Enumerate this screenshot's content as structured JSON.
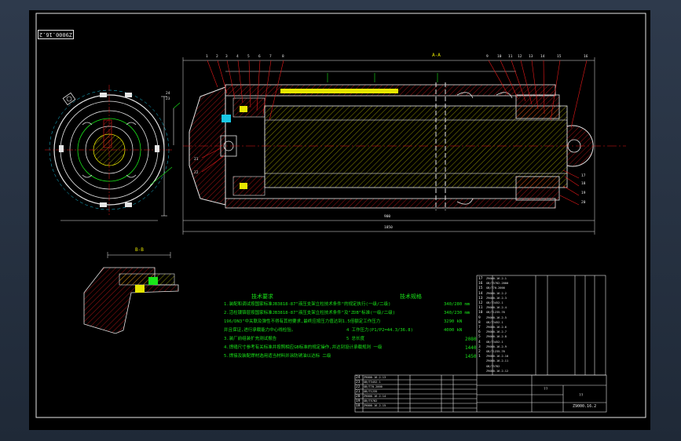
{
  "drawing": {
    "code_rotated": "Z9000.16.2",
    "title_code": "Z9000.16.2",
    "drawing_name": "??",
    "material": "??",
    "section_label_main": "A-A",
    "section_label_detail": "B-B"
  },
  "balloons": {
    "top": [
      "1",
      "2",
      "3",
      "4",
      "5",
      "6",
      "7",
      "8",
      "9",
      "10",
      "11",
      "12",
      "13",
      "14",
      "15",
      "16"
    ],
    "right": [
      "17",
      "18",
      "19",
      "20"
    ],
    "left": [
      "21",
      "22"
    ]
  },
  "dimensions": {
    "overall": "1850",
    "stroke": "900",
    "side_box": [
      "24",
      "23"
    ]
  },
  "technical": {
    "heading_left": "技术要求",
    "heading_right": "技术规格",
    "items": [
      "1.装配和调试按国家标准JB3818-87\"液压支架立柱技术条件\"的规定执行(一级/二级)",
      "2.活柱镀铬层按国家标准JB3818-87\"液压支架立柱技术条件\"及\"ZDB\"标准(一级/二级)",
      "  196/DN3\"中关联及弹性不得有其他要求,最终应按压力值达到1.5倍额定工作压力",
      "  并且保证,进行承载能力中心线检验。",
      "3.装厂前组装扩充测试报告",
      "4.焊缝尺寸参考有关标准并按照相应GB标准的规定操作,并达到设计承载规则 一级",
      "5.焊接及装配焊材选用适当材料并涂防锈油以达标 二级"
    ],
    "specs": [
      {
        "label": "",
        "value": "340/280 mm"
      },
      {
        "label": "",
        "value": "340/230 mm"
      },
      {
        "label": "",
        "value": "3290 kN"
      },
      {
        "label": "4 工作压力(P1/P2=44.3/36.8)",
        "value": "4000 kN"
      },
      {
        "label": "5 总长度",
        "value": "2080"
      },
      {
        "label": "",
        "value": "1440"
      },
      {
        "label": "",
        "value": "1450"
      }
    ]
  },
  "parts_right": [
    [
      "17",
      "Z9000.16.2-1"
    ],
    [
      "16",
      "GB/T5782-2000"
    ],
    [
      "15",
      "GB/T70-2000"
    ],
    [
      "14",
      "Z9000.16.2-2"
    ],
    [
      "13",
      "Z9000.16.2-3"
    ],
    [
      "12",
      "GB/T3452.1"
    ],
    [
      "11",
      "Z9000.16.2-4"
    ],
    [
      "10",
      "GB/T1235-76"
    ],
    [
      "9",
      "Z9000.16.2-5"
    ],
    [
      "8",
      "GB/T3452.1"
    ],
    [
      "7",
      "Z9000.16.2-6"
    ],
    [
      "6",
      "Z9000.16.2-7"
    ],
    [
      "5",
      "Z9000.16.2-8"
    ],
    [
      "4",
      "GB/T3452.1"
    ],
    [
      "3",
      "Z9000.16.2-9"
    ],
    [
      "2",
      "GB/T1235-76"
    ],
    [
      "1",
      "Z9000.16.2-10"
    ],
    [
      "",
      "Z9000.16.2-11"
    ],
    [
      "",
      "GB/T5782"
    ],
    [
      "",
      "Z9000.16.2-12"
    ]
  ],
  "parts_left": [
    [
      "24",
      "Z9000.16.2-13"
    ],
    [
      "23",
      "GB/T3452.1"
    ],
    [
      "22",
      "GB/T70-2000"
    ],
    [
      "21",
      "GB/T1235"
    ],
    [
      "20",
      "Z9000.16.2-14"
    ],
    [
      "19",
      "GB/T5782"
    ],
    [
      "18",
      "Z9000.16.2-15"
    ]
  ],
  "colors": {
    "line": "#19e619",
    "cyan": "#19c8e6",
    "red": "#e61919",
    "white": "#e6e6e6",
    "yellow": "#e6e600",
    "magenta": "#e619e6"
  }
}
